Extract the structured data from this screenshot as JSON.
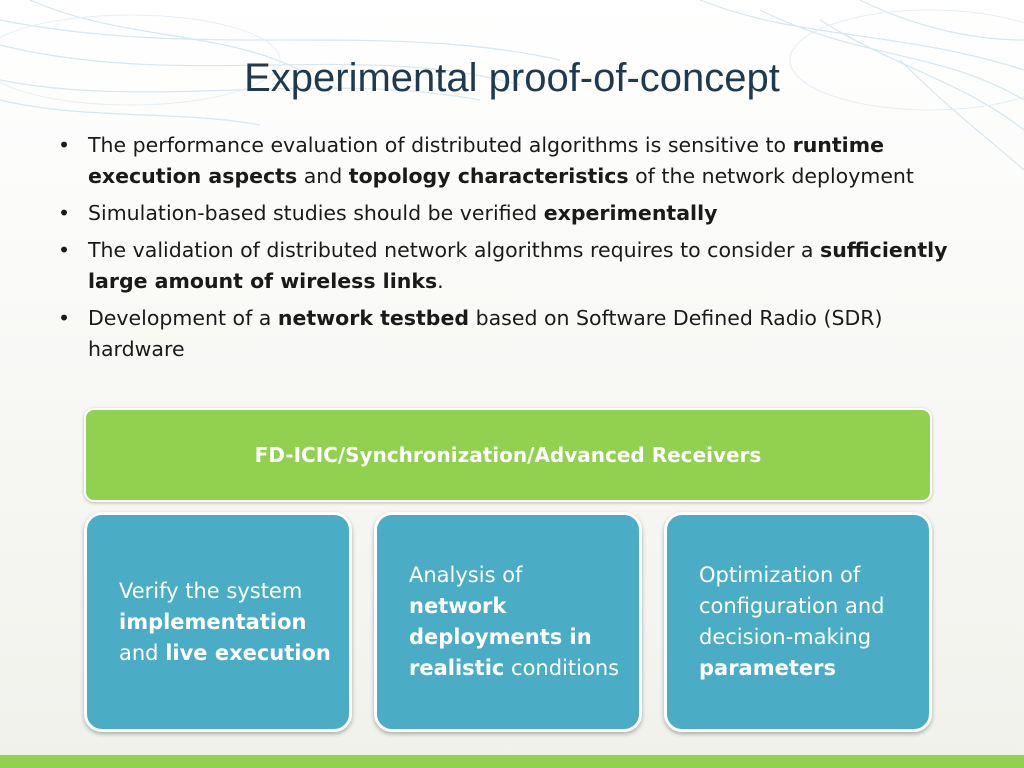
{
  "slide": {
    "title": "Experimental proof-of-concept",
    "bullet_marker": "•",
    "bullets": [
      {
        "t1": "The performance evaluation of distributed algorithms is sensitive to ",
        "b1": "runtime execution aspects",
        "t2": " and ",
        "b2": "topology characteristics",
        "t3": " of the network deployment"
      },
      {
        "t1": "Simulation-based studies should be verified ",
        "b1": "experimentally"
      },
      {
        "t1": "The validation of distributed network algorithms requires to consider a ",
        "b1": "sufficiently large amount of wireless links",
        "t2": "."
      },
      {
        "t1": "Development of a ",
        "b1": "network testbed",
        "t2": " based on Software Defined Radio (SDR) hardware"
      }
    ]
  },
  "diagram": {
    "header": "FD-ICIC/Synchronization/Advanced Receivers",
    "cards": [
      {
        "t1": "Verify the system ",
        "b1": "implementation",
        "t2": " and ",
        "b2": "live execution"
      },
      {
        "t1": "Analysis of ",
        "b1": "network deployments in realistic",
        "t2": " conditions"
      },
      {
        "t1": "Optimization of configuration and decision-making ",
        "b1": "parameters"
      }
    ]
  },
  "colors": {
    "title": "#1f3a4f",
    "green": "#92d050",
    "teal": "#4bacc6",
    "text": "#1a1a1a"
  }
}
